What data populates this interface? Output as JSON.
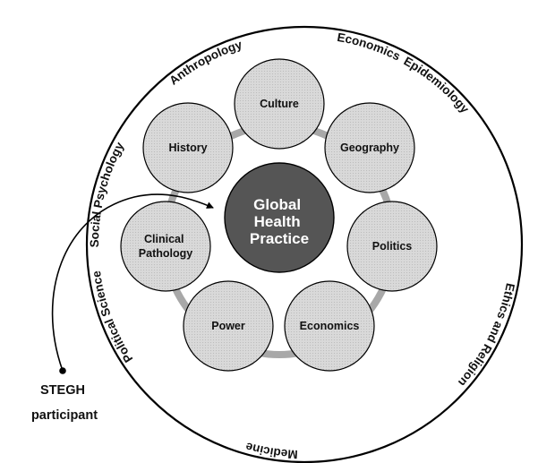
{
  "center": {
    "lines": [
      "Global",
      "Health",
      "Practice"
    ],
    "fill": "#555555"
  },
  "inner_nodes": [
    {
      "id": "culture",
      "lines": [
        "Culture"
      ]
    },
    {
      "id": "geography",
      "lines": [
        "Geography"
      ]
    },
    {
      "id": "politics",
      "lines": [
        "Politics"
      ]
    },
    {
      "id": "economics",
      "lines": [
        "Economics"
      ]
    },
    {
      "id": "power",
      "lines": [
        "Power"
      ]
    },
    {
      "id": "clinical-pathology",
      "lines": [
        "Clinical",
        "Pathology"
      ]
    },
    {
      "id": "history",
      "lines": [
        "History"
      ]
    }
  ],
  "outer_disciplines": [
    {
      "id": "epidemiology",
      "text": "Epidemiology"
    },
    {
      "id": "ethics-and-religion",
      "text": "Ethics and Religion"
    },
    {
      "id": "medicine",
      "text": "Medicine"
    },
    {
      "id": "political-science",
      "text": "Political Science"
    },
    {
      "id": "social-psychology",
      "text": "Social Psychology"
    },
    {
      "id": "anthropology",
      "text": "Anthropology"
    },
    {
      "id": "economics-outer",
      "text": "Economics"
    }
  ],
  "participant": {
    "lines": [
      "STEGH",
      "participant"
    ]
  },
  "colors": {
    "node_fill": "#d6d6d6",
    "ring_stroke": "#a8a8a8",
    "outline": "#000000"
  }
}
